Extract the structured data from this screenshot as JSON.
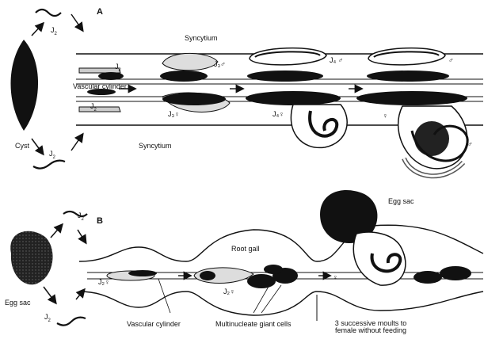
{
  "panel_a": {
    "letter": "A",
    "cyst": "Cyst",
    "j2": "J",
    "j2_sub": "2",
    "syncytium": "Syncytium",
    "vascular_cylinder": "Vascular cylinder",
    "j3_male": "J₃♂",
    "j3_female": "J₃♀",
    "j4_male": "J₄ ♂",
    "j4_female": "J₄♀",
    "male": "♂",
    "female": "♀"
  },
  "panel_b": {
    "letter": "B",
    "egg_sac": "Egg sac",
    "j2": "J",
    "j2_sub": "2",
    "j2_female": "J₂♀",
    "root_gall": "Root gall",
    "vascular_cylinder": "Vascular cylinder",
    "giant_cells": "Multinucleate giant cells",
    "moults_line1": "3 successive moults to",
    "moults_line2": "female without feeding",
    "egg_sac_top": "Egg sac",
    "female": "♀"
  },
  "colors": {
    "ink": "#111111",
    "fill_dark": "#1a1a1a",
    "fill_grey": "#bdbdbd",
    "bg": "#ffffff"
  }
}
